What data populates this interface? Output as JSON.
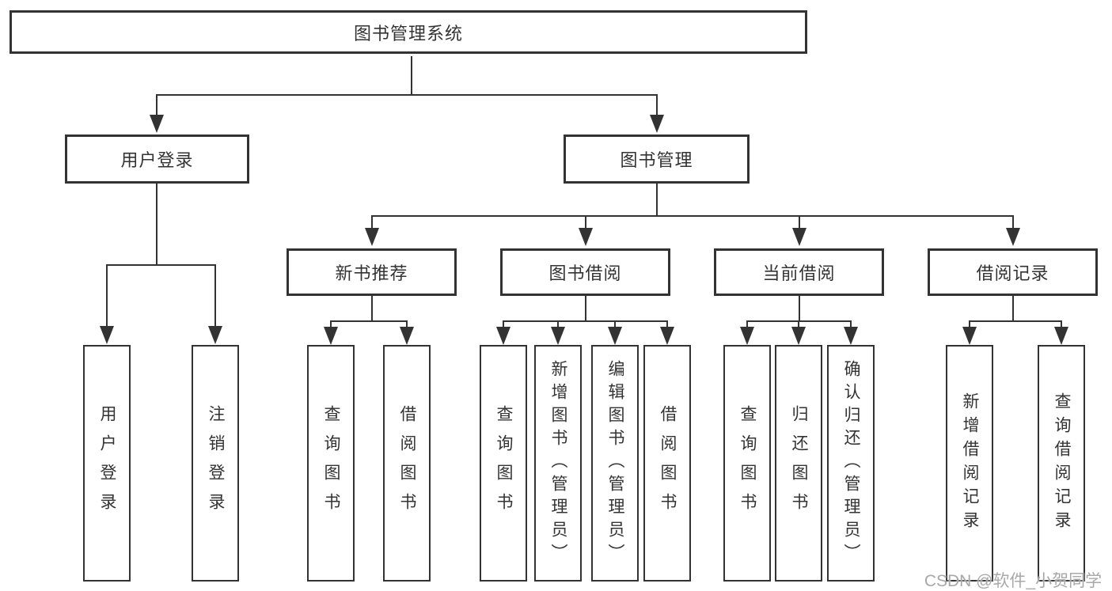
{
  "diagram": {
    "nodes": {
      "root": {
        "label": "图书管理系统"
      },
      "level2": [
        {
          "label": "用户登录"
        },
        {
          "label": "图书管理"
        }
      ],
      "level3": [
        {
          "label": "新书推荐",
          "parent": "图书管理"
        },
        {
          "label": "图书借阅",
          "parent": "图书管理"
        },
        {
          "label": "当前借阅",
          "parent": "图书管理"
        },
        {
          "label": "借阅记录",
          "parent": "图书管理"
        }
      ],
      "leaves": [
        {
          "label": "用户登录",
          "parent": "用户登录"
        },
        {
          "label": "注销登录",
          "parent": "用户登录"
        },
        {
          "label": "查询图书",
          "parent": "新书推荐"
        },
        {
          "label": "借阅图书",
          "parent": "新书推荐"
        },
        {
          "label": "查询图书",
          "parent": "图书借阅"
        },
        {
          "label": "新增图书（管理员）",
          "parent": "图书借阅"
        },
        {
          "label": "编辑图书（管理员）",
          "parent": "图书借阅"
        },
        {
          "label": "借阅图书",
          "parent": "图书借阅"
        },
        {
          "label": "查询图书",
          "parent": "当前借阅"
        },
        {
          "label": "归还图书",
          "parent": "当前借阅"
        },
        {
          "label": "确认归还（管理员）",
          "parent": "当前借阅"
        },
        {
          "label": "新增借阅记录",
          "parent": "借阅记录"
        },
        {
          "label": "查询借阅记录",
          "parent": "借阅记录"
        }
      ]
    },
    "colors": {
      "line": "#333333",
      "text": "#333333",
      "background": "#ffffff",
      "watermark": "#a8a8a8"
    }
  },
  "watermark": {
    "text": "CSDN @软件_小贺同学"
  }
}
